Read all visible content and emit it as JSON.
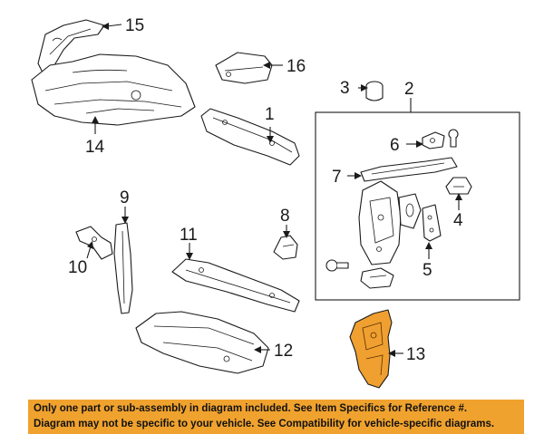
{
  "callouts": {
    "c1": "1",
    "c2": "2",
    "c3": "3",
    "c4": "4",
    "c5": "5",
    "c6": "6",
    "c7": "7",
    "c8": "8",
    "c9": "9",
    "c10": "10",
    "c11": "11",
    "c12": "12",
    "c13": "13",
    "c14": "14",
    "c15": "15",
    "c16": "16"
  },
  "highlight_part": "13",
  "colors": {
    "highlight": "#f0a030",
    "banner": "#f0a22e",
    "line": "#1a1a1a"
  },
  "disclaimer": {
    "line1": "Only one part or sub-assembly in diagram included. See Item Specifics for Reference #.",
    "line2": "Diagram may not be specific to your vehicle. See Compatibility for vehicle-specific diagrams."
  }
}
